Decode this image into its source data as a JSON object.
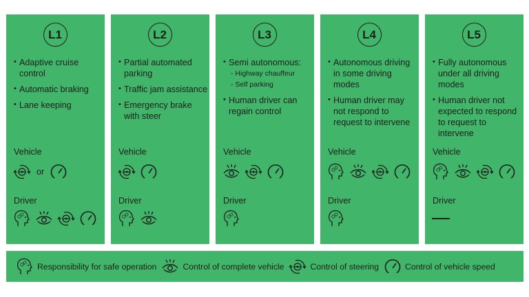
{
  "colors": {
    "panel": "#41b66a",
    "ink": "#1d1d1b"
  },
  "panels": [
    {
      "level": "L1",
      "bullets": [
        {
          "text": "Adaptive cruise control"
        },
        {
          "text": "Automatic braking"
        },
        {
          "text": "Lane keeping"
        }
      ],
      "vehicle_label": "Vehicle",
      "vehicle_icons": [
        "steering",
        "or",
        "speed"
      ],
      "or_label": "or",
      "driver_label": "Driver",
      "driver_icons": [
        "head",
        "eye",
        "steering",
        "speed"
      ]
    },
    {
      "level": "L2",
      "bullets": [
        {
          "text": "Partial automated parking"
        },
        {
          "text": "Traffic jam assistance"
        },
        {
          "text": "Emergency brake with steer"
        }
      ],
      "vehicle_label": "Vehicle",
      "vehicle_icons": [
        "steering",
        "speed"
      ],
      "driver_label": "Driver",
      "driver_icons": [
        "head",
        "eye"
      ]
    },
    {
      "level": "L3",
      "bullets": [
        {
          "text": "Semi autonomous:",
          "sub": [
            "- Highway chauffeur",
            "- Self parking"
          ]
        },
        {
          "text": "Human driver can regain control"
        }
      ],
      "vehicle_label": "Vehicle",
      "vehicle_icons": [
        "eye",
        "steering",
        "speed"
      ],
      "driver_label": "Driver",
      "driver_icons": [
        "head"
      ]
    },
    {
      "level": "L4",
      "bullets": [
        {
          "text": "Autonomous driving in some driving modes"
        },
        {
          "text": "Human driver may not respond to request to intervene"
        }
      ],
      "vehicle_label": "Vehicle",
      "vehicle_icons": [
        "head",
        "eye",
        "steering",
        "speed"
      ],
      "driver_label": "Driver",
      "driver_icons": [
        "head"
      ]
    },
    {
      "level": "L5",
      "bullets": [
        {
          "text": "Fully autonomous under all driving modes"
        },
        {
          "text": "Human driver not expected to respond to request to intervene"
        }
      ],
      "vehicle_label": "Vehicle",
      "vehicle_icons": [
        "head",
        "eye",
        "steering",
        "speed"
      ],
      "driver_label": "Driver",
      "driver_icons": [
        "none"
      ]
    }
  ],
  "legend": [
    {
      "icon": "head",
      "label": "Responsibility for safe operation"
    },
    {
      "icon": "eye",
      "label": "Control of complete vehicle"
    },
    {
      "icon": "steering",
      "label": "Control of steering"
    },
    {
      "icon": "speed",
      "label": "Control of vehicle speed"
    }
  ]
}
